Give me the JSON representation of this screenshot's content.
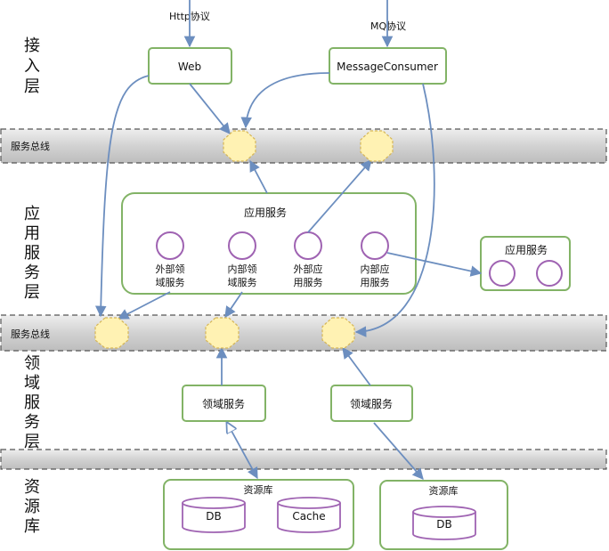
{
  "layers": [
    {
      "id": "access",
      "label_chars": [
        "接",
        "入",
        "层"
      ]
    },
    {
      "id": "app",
      "label_chars": [
        "应",
        "用",
        "服",
        "务",
        "层"
      ]
    },
    {
      "id": "domain",
      "label_chars": [
        "领",
        "域",
        "服",
        "务",
        "层"
      ]
    },
    {
      "id": "resource",
      "label_chars": [
        "资",
        "源",
        "库"
      ]
    }
  ],
  "protocols": {
    "http": "Http协议",
    "mq": "MQ协议"
  },
  "access": {
    "web": "Web",
    "consumer": "MessageConsumer"
  },
  "buses": {
    "top": "服务总线",
    "middle": "服务总线"
  },
  "app_service": {
    "title": "应用服务",
    "items": [
      {
        "line1": "外部领",
        "line2": "域服务"
      },
      {
        "line1": "内部领",
        "line2": "域服务"
      },
      {
        "line1": "外部应",
        "line2": "用服务"
      },
      {
        "line1": "内部应",
        "line2": "用服务"
      }
    ]
  },
  "external_app_service": {
    "title": "应用服务"
  },
  "domain_services": {
    "left": "领域服务",
    "right": "领域服务"
  },
  "resources": {
    "left": {
      "title": "资源库",
      "db": "DB",
      "cache": "Cache"
    },
    "right": {
      "title": "资源库",
      "db": "DB"
    }
  },
  "colors": {
    "box_border": "#82b366",
    "arrow": "#6c8ebf",
    "node_fill": "#fff2b3",
    "node_border": "#d6b656",
    "circle_border": "#9f63b2",
    "bus_fill": "#d8d8d8"
  }
}
